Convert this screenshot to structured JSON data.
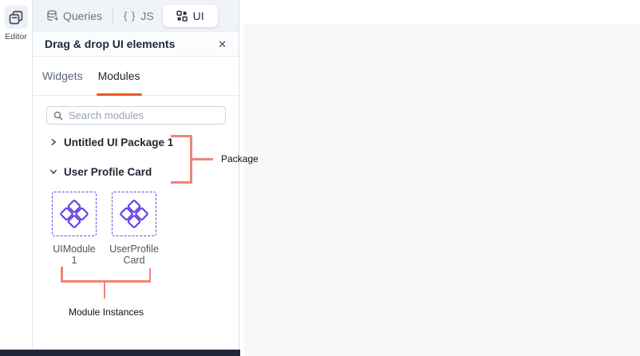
{
  "colors": {
    "accent_orange": "#e95b1e",
    "module_purple": "#6340e6",
    "annotation_salmon": "#ee8576",
    "bottom_bar_navy": "#1d2737",
    "canvas_gray": "#f7f8fa"
  },
  "sidebar": {
    "editor": {
      "label": "Editor",
      "icon": "pages-icon"
    }
  },
  "editor_topbar": {
    "queries_label": "Queries",
    "js_braces": "{ }",
    "js_label": "JS",
    "ui_label": "UI"
  },
  "panel": {
    "title": "Drag & drop UI elements",
    "close_glyph": "✕",
    "tabs": [
      {
        "label": "Widgets",
        "active": false
      },
      {
        "label": "Modules",
        "active": true
      }
    ],
    "search": {
      "placeholder": "Search modules",
      "icon": "search-icon"
    },
    "tree": [
      {
        "label": "Untitled UI Package 1",
        "state": "collapsed"
      },
      {
        "label": "User Profile Card",
        "state": "expanded"
      }
    ],
    "module_instances": [
      {
        "name": "UIModule 1",
        "icon": "module-diamonds-icon"
      },
      {
        "name": "UserProfileCard",
        "icon": "module-diamonds-icon"
      }
    ]
  },
  "annotations": {
    "package": {
      "label": "Package"
    },
    "module_instances": {
      "label": "Module Instances"
    }
  }
}
